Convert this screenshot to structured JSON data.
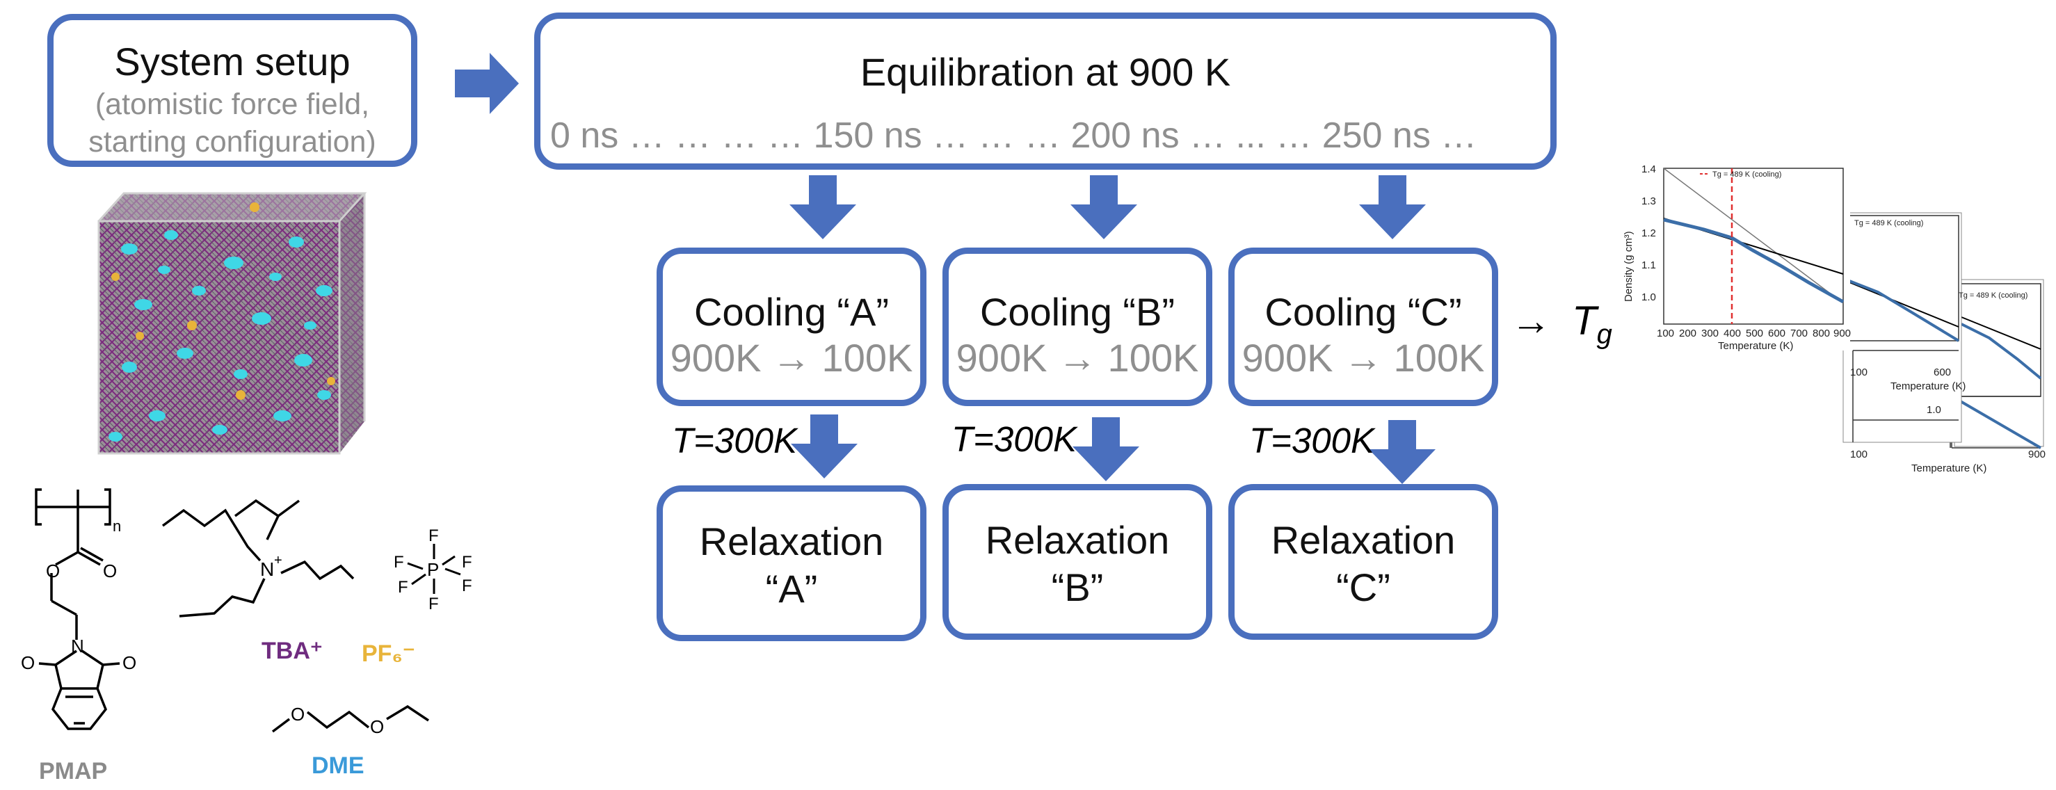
{
  "setup": {
    "title": "System setup",
    "subtitle_line1": "(atomistic force field,",
    "subtitle_line2": "starting configuration)"
  },
  "equilibration": {
    "title": "Equilibration at 900 K",
    "timeline": "0 ns … … … … 150 ns … … … 200 ns … ... … 250 ns …"
  },
  "cooling": [
    {
      "title": "Cooling “A”",
      "range": "900K → 100K"
    },
    {
      "title": "Cooling “B”",
      "range": "900K → 100K"
    },
    {
      "title": "Cooling “C”",
      "range": "900K → 100K"
    }
  ],
  "tg_output": {
    "arrow": "→",
    "symbol": "T",
    "subscript": "g"
  },
  "relax_temp": "T=300K",
  "relaxation": [
    {
      "line1": "Relaxation",
      "line2": "“A”"
    },
    {
      "line1": "Relaxation",
      "line2": "“B”"
    },
    {
      "line1": "Relaxation",
      "line2": "“C”"
    }
  ],
  "molecules": {
    "pmap": "PMAP",
    "tba": "TBA⁺",
    "pf6": "PF₆⁻",
    "dme": "DME",
    "repeat_n": "n",
    "n_atom": "N",
    "n_plus": "+",
    "p_atom": "P",
    "f_atom": "F",
    "o_atom": "O"
  },
  "mini_plot": {
    "ylabel": "Density (g cm³)",
    "xlabel": "Temperature (K)",
    "legend": "Tg = 489 K (cooling)",
    "legend_short": "Tg = 489 K (cooling)",
    "yticks": [
      "1.4",
      "1.3",
      "1.2",
      "1.1",
      "1.0"
    ],
    "yticks_bottom": [
      "1.0"
    ],
    "xticks": [
      "100",
      "200",
      "300",
      "400",
      "500",
      "600",
      "700",
      "800",
      "900"
    ]
  },
  "colors": {
    "box_border": "#4a6fbe",
    "arrow_fill": "#4a6fbe",
    "gray_text": "#8f8f8f",
    "tba": "#6f2c7f",
    "pf6": "#e8b43a",
    "dme": "#3a9ad9",
    "pmap": "#8a8a8a",
    "tg_line": "#e03030"
  }
}
